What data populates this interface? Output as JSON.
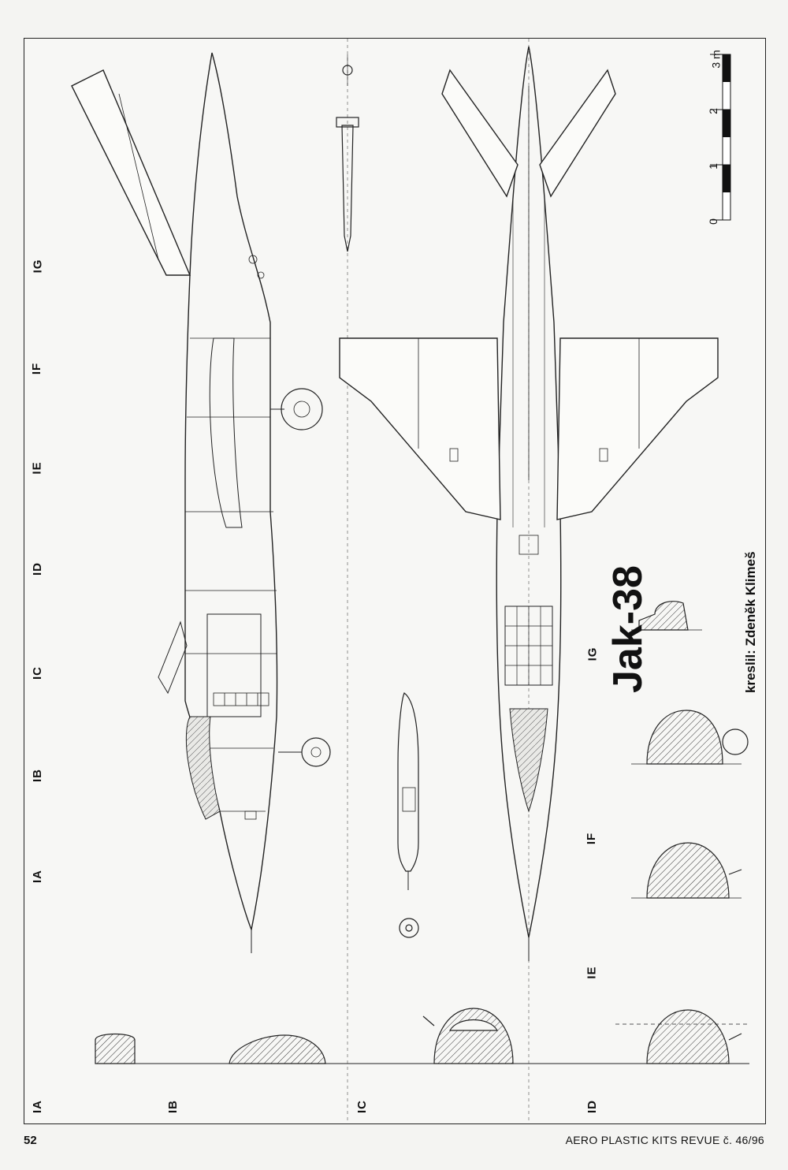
{
  "title": "Jak-38",
  "credit": "kreslil: Zdeněk Klimeš",
  "page_number": "52",
  "publication": "AERO PLASTIC KITS REVUE č. 46/96",
  "scale": {
    "unit_label": "3 m",
    "ticks": [
      "0",
      "1",
      "2"
    ]
  },
  "stations_top": [
    "IA",
    "IB",
    "IC",
    "ID",
    "IE",
    "IF",
    "IG"
  ],
  "stations_sections": [
    "IA",
    "IB",
    "IC",
    "ID",
    "IE",
    "IF",
    "IG"
  ]
}
